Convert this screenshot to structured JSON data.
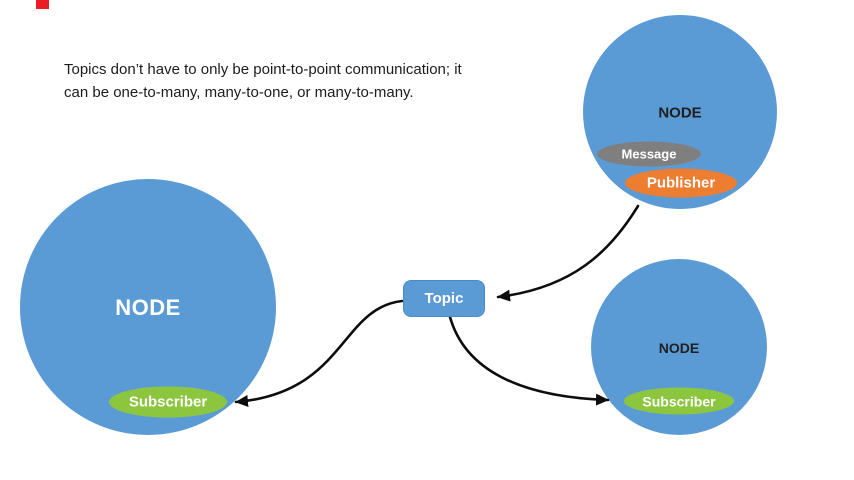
{
  "slide": {
    "caption": "Topics don’t have to only be point-to-point communication; it can be one-to-many, many-to-one, or many-to-many."
  },
  "topic_box": {
    "label": "Topic"
  },
  "nodes": {
    "left": {
      "title": "NODE",
      "subscriber_label": "Subscriber"
    },
    "top_right": {
      "title": "NODE",
      "message_label": "Message",
      "publisher_label": "Publisher"
    },
    "bottom_right": {
      "title": "NODE",
      "subscriber_label": "Subscriber"
    }
  },
  "colors": {
    "node_blue": "#5B9BD5",
    "subscriber_green": "#8CC63F",
    "publisher_orange": "#ED7D31",
    "message_gray": "#7F7F7F",
    "accent_red": "#ED1C24",
    "arrow_black": "#0d0d0d"
  }
}
